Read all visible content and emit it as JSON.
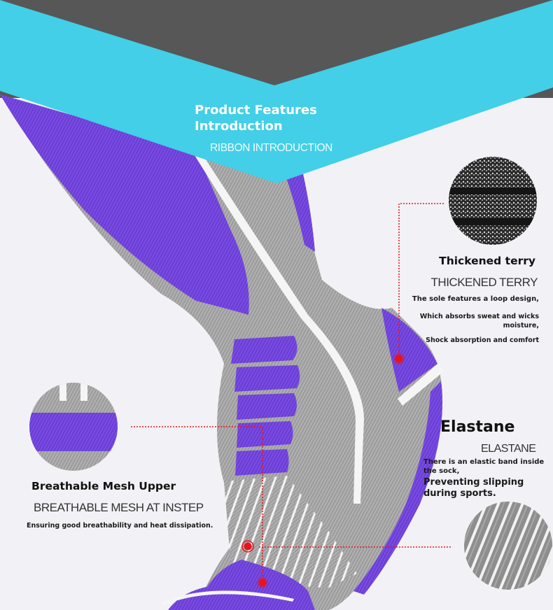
{
  "banner": {
    "title_line1": "Product Features",
    "title_line2": "Introduction",
    "subtitle": "RIBBON INTRODUCTION"
  },
  "features": {
    "thickened_terry": {
      "title": "Thickened terry",
      "subtitle": "THICKENED TERRY",
      "desc1": "The sole features a loop design,",
      "desc2": "Which absorbs sweat and wicks moisture,",
      "desc3": "Shock absorption and comfort"
    },
    "elastane": {
      "title": "Elastane",
      "subtitle": "ELASTANE",
      "desc1": "There is an elastic band inside the sock,",
      "desc2": "Preventing slipping during sports."
    },
    "breathable_mesh": {
      "title": "Breathable Mesh Upper",
      "subtitle": "BREATHABLE MESH AT INSTEP",
      "desc1": "Ensuring good breathability and heat dissipation."
    }
  },
  "colors": {
    "banner_cyan": "#42cfe7",
    "header_gray": "#575757",
    "background": "#f2f2f6",
    "sock_purple": "#6a3cd6",
    "sock_gray": "#9c9c9c",
    "callout_red": "#e8141c"
  }
}
